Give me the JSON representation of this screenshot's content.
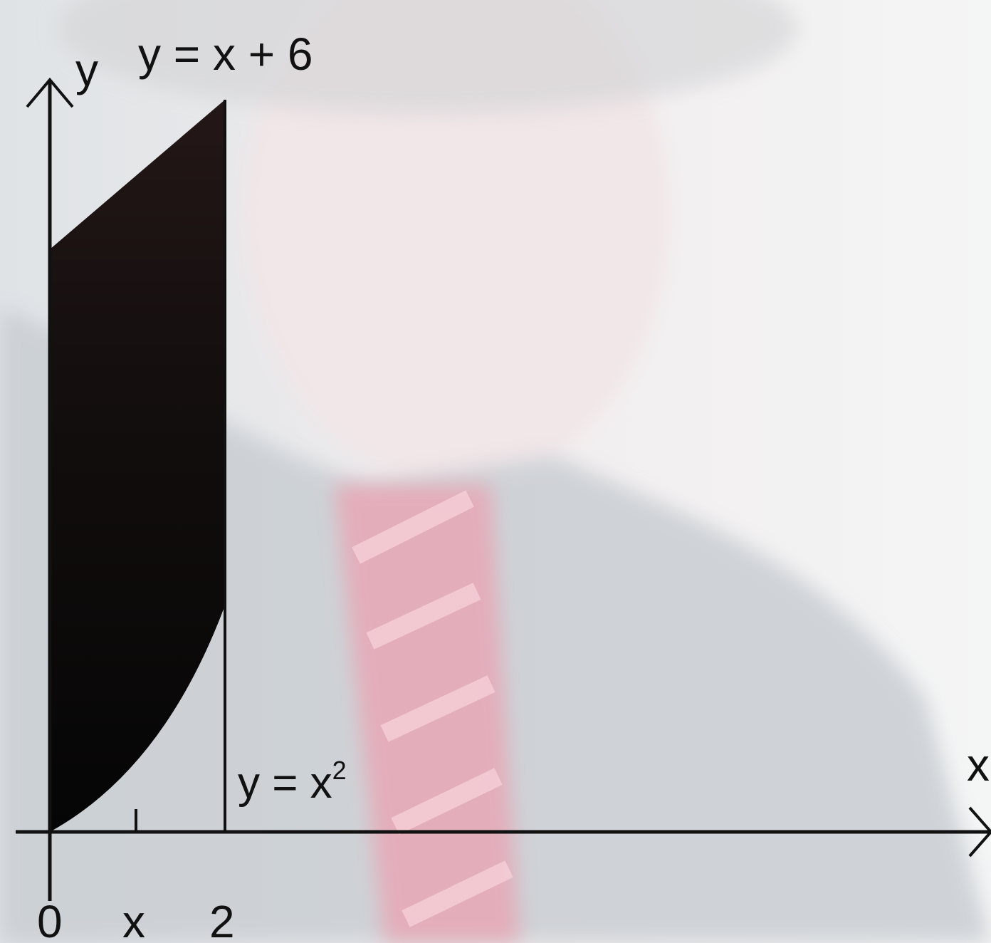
{
  "diagram": {
    "y_axis_label": "y",
    "x_axis_label": "x",
    "line_label": "y = x + 6",
    "parabola_label_base": "y = x",
    "parabola_label_exp": "2",
    "tick_labels": {
      "origin": "0",
      "x_tick": "x",
      "two": "2"
    },
    "region_color": "#0b0b0b",
    "region_top_color": "#1f1414"
  },
  "background": {
    "description_icon": "portrait-photo-backdrop",
    "tie_color": "#e68a9c",
    "suit_color": "#bcc3c8"
  }
}
